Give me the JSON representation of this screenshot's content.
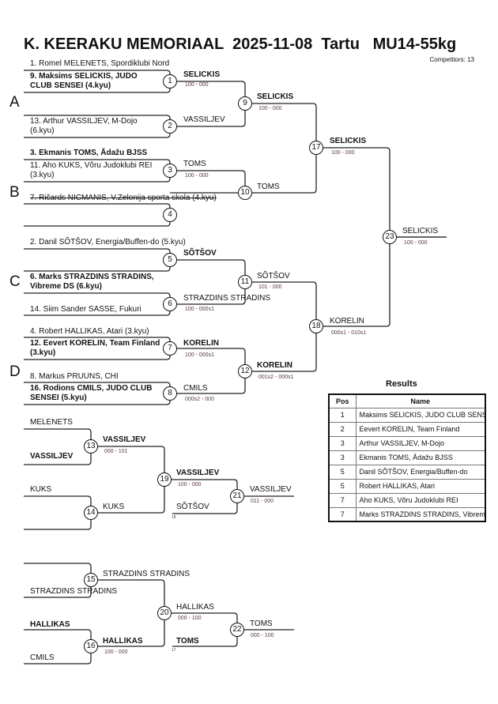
{
  "header": {
    "title": "K. KEERAKU MEMORIAAL  2025-11-08  Tartu   MU14-55kg",
    "competitors": "Competitors: 13"
  },
  "pools": [
    "A",
    "B",
    "C",
    "D"
  ],
  "entries": {
    "e1": "1. Romel MELENETS, Spordiklubi Nord",
    "e9": "9. Maksims SELICKIS, JUDO CLUB SENSEI (4.kyu)",
    "e13": "13. Arthur VASSILJEV, M-Dojo (6.kyu)",
    "e3": "3. Ekmanis TOMS, Ādažu BJSS",
    "e11": "11. Aho KUKS, Võru Judoklubi REI (3.kyu)",
    "e7": "7. Ričards NICMANIS, V.Zelonija sporta skola (4.kyu)",
    "e2": "2. Danil SÕTŠOV, Energia/Buffen-do (5.kyu)",
    "e6": "6. Marks STRAZDINS STRADINS, Vibreme DS (6.kyu)",
    "e14": "14. Siim Sander SASSE, Fukuri",
    "e4": "4. Robert HALLIKAS, Atari (3.kyu)",
    "e12": "12. Eevert KORELIN, Team Finland (3.kyu)",
    "e8": "8. Markus PRUUNS, CHI",
    "e16": "16. Rodions CMILS, JUDO CLUB SENSEI (5.kyu)"
  },
  "matches": {
    "m1": {
      "no": "1",
      "winner": "SELICKIS",
      "score": "100 - 000"
    },
    "m2": {
      "no": "2",
      "winner": "VASSILJEV"
    },
    "m3": {
      "no": "3",
      "winner": "TOMS",
      "score": "100 - 000"
    },
    "m4": {
      "no": "4"
    },
    "m5": {
      "no": "5",
      "winner": "SÕTŠOV"
    },
    "m6": {
      "no": "6",
      "winner": "STRAZDINS STRADINS",
      "score": "100 - 000s1"
    },
    "m7": {
      "no": "7",
      "winner": "KORELIN",
      "score": "100 - 000s1"
    },
    "m8": {
      "no": "8",
      "winner": "CMILS",
      "score": "000s2 - 000"
    },
    "m9": {
      "no": "9",
      "winner": "SELICKIS",
      "score": "100 - 000"
    },
    "m10": {
      "no": "10",
      "winner": "TOMS"
    },
    "m11": {
      "no": "11",
      "winner": "SÕTŠOV",
      "score": "101 - 000"
    },
    "m12": {
      "no": "12",
      "winner": "KORELIN",
      "score": "001s2 - 000s1"
    },
    "m17": {
      "no": "17",
      "winner": "SELICKIS",
      "score": "100 - 000"
    },
    "m18": {
      "no": "18",
      "winner": "KORELIN",
      "score": "000s1 - 010s1"
    },
    "m23": {
      "no": "23",
      "winner": "SELICKIS",
      "score": "100 - 000"
    }
  },
  "repechage": {
    "r13a": "MELENETS",
    "r13b": "VASSILJEV",
    "r14a": "KUKS",
    "m13": {
      "no": "13",
      "winner": "VASSILJEV",
      "score": "000 - 101"
    },
    "m14": {
      "no": "14",
      "winner": "KUKS"
    },
    "m19": {
      "no": "19",
      "winner": "VASSILJEV",
      "score": "100 - 000"
    },
    "r21b": "SÕTŠOV",
    "r21bref": "18",
    "m21": {
      "no": "21",
      "winner": "VASSILJEV",
      "score": "011 - 000"
    },
    "r15b": "STRAZDINS STRADINS",
    "r16a": "HALLIKAS",
    "r16b": "CMILS",
    "m15": {
      "no": "15",
      "winner": "STRAZDINS STRADINS"
    },
    "m16": {
      "no": "16",
      "winner": "HALLIKAS",
      "score": "100 - 000"
    },
    "m20": {
      "no": "20",
      "winner": "HALLIKAS",
      "score": "000 - 100"
    },
    "r22b": "TOMS",
    "r22bref": "17",
    "m22": {
      "no": "22",
      "winner": "TOMS",
      "score": "000 - 100"
    }
  },
  "results": {
    "title": "Results",
    "headers": [
      "Pos",
      "Name"
    ],
    "rows": [
      {
        "pos": "1",
        "name": "Maksims SELICKIS, JUDO CLUB SENSEI"
      },
      {
        "pos": "2",
        "name": "Eevert KORELIN, Team Finland"
      },
      {
        "pos": "3",
        "name": "Arthur VASSILJEV, M-Dojo"
      },
      {
        "pos": "3",
        "name": "Ekmanis TOMS, Ādažu BJSS"
      },
      {
        "pos": "5",
        "name": "Danil SÕTŠOV, Energia/Buffen-do"
      },
      {
        "pos": "5",
        "name": "Robert HALLIKAS, Atari"
      },
      {
        "pos": "7",
        "name": "Aho KUKS, Võru Judoklubi REI"
      },
      {
        "pos": "7",
        "name": "Marks STRAZDINS STRADINS, Vibreme DS"
      }
    ]
  }
}
